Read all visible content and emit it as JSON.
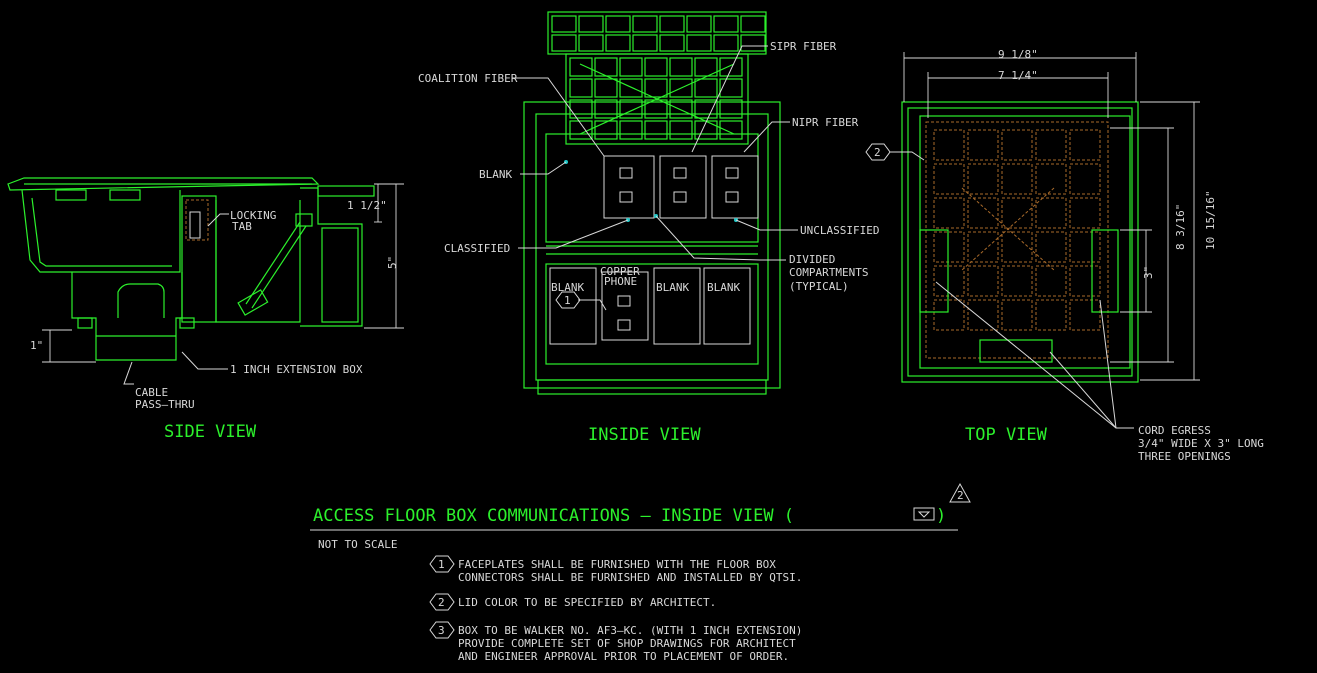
{
  "side_view": {
    "title": "SIDE VIEW",
    "labels": {
      "locking_tab": [
        "LOCKING",
        "TAB"
      ],
      "extension_box": "1 INCH EXTENSION BOX",
      "cable_pass": [
        "CABLE",
        "PASS–THRU"
      ]
    },
    "dims": {
      "top": "1 1/2\"",
      "height": "5\"",
      "extension": "1\""
    }
  },
  "inside_view": {
    "title": "INSIDE VIEW",
    "labels": {
      "coalition": "COALITION FIBER",
      "sipr": "SIPR FIBER",
      "nipr": "NIPR FIBER",
      "blank_upper": "BLANK",
      "classified": "CLASSIFIED",
      "unclassified": "UNCLASSIFIED",
      "divided": [
        "DIVIDED",
        "COMPARTMENTS",
        "(TYPICAL)"
      ],
      "copper_phone": [
        "COPPER",
        "PHONE"
      ],
      "blank_a": "BLANK",
      "blank_b": "BLANK",
      "blank_c": "BLANK"
    },
    "callout": "1"
  },
  "top_view": {
    "title": "TOP VIEW",
    "callout": "2",
    "dims": {
      "outer_w": "9 1/8\"",
      "inner_w": "7 1/4\"",
      "inner_h": "8 3/16\"",
      "outer_h": "10 15/16\"",
      "opening": "3\""
    },
    "cord_egress": [
      "CORD EGRESS",
      "3/4\" WIDE X 3\" LONG",
      "THREE OPENINGS"
    ]
  },
  "footer": {
    "title": "ACCESS FLOOR BOX COMMUNICATIONS – INSIDE VIEW (",
    "title_end": ")",
    "title_callout": "2",
    "scale": "NOT TO SCALE",
    "notes": [
      {
        "num": "1",
        "lines": [
          "FACEPLATES SHALL BE FURNISHED WITH THE FLOOR BOX",
          "CONNECTORS SHALL BE FURNISHED AND INSTALLED BY QTSI."
        ]
      },
      {
        "num": "2",
        "lines": [
          "LID COLOR TO BE SPECIFIED BY ARCHITECT."
        ]
      },
      {
        "num": "3",
        "lines": [
          "BOX TO BE WALKER NO. AF3–KC. (WITH 1 INCH EXTENSION)",
          "PROVIDE COMPLETE SET OF SHOP DRAWINGS FOR ARCHITECT",
          "AND ENGINEER APPROVAL PRIOR TO PLACEMENT OF ORDER."
        ]
      }
    ]
  },
  "colors": {
    "background": "#000000",
    "primary_line": "#2cf02c",
    "text": "#d8d8d8",
    "hidden_line": "#a86a2a",
    "leader_dot": "#1ec8c8"
  }
}
